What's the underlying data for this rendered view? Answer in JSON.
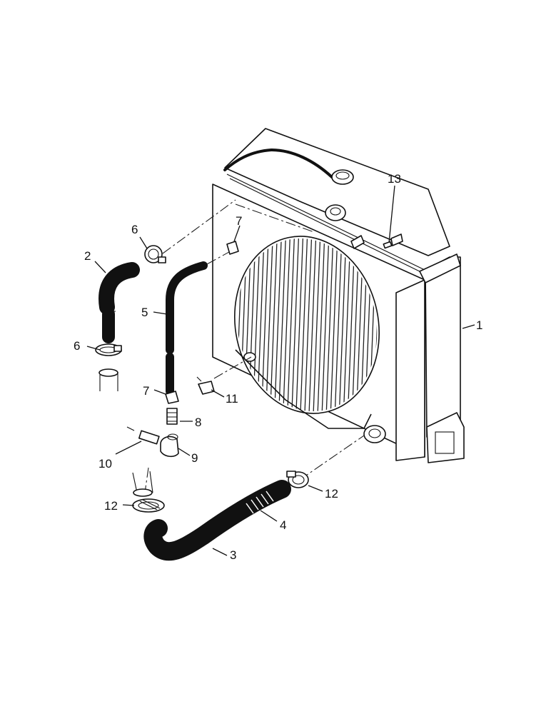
{
  "diagram": {
    "callouts": [
      {
        "id": "c1",
        "label": "1"
      },
      {
        "id": "c2",
        "label": "2"
      },
      {
        "id": "c3",
        "label": "3"
      },
      {
        "id": "c4",
        "label": "4"
      },
      {
        "id": "c5",
        "label": "5"
      },
      {
        "id": "c6a",
        "label": "6"
      },
      {
        "id": "c6b",
        "label": "6"
      },
      {
        "id": "c7a",
        "label": "7"
      },
      {
        "id": "c7b",
        "label": "7"
      },
      {
        "id": "c8",
        "label": "8"
      },
      {
        "id": "c9",
        "label": "9"
      },
      {
        "id": "c10",
        "label": "10"
      },
      {
        "id": "c11",
        "label": "11"
      },
      {
        "id": "c12a",
        "label": "12"
      },
      {
        "id": "c12b",
        "label": "12"
      },
      {
        "id": "c13",
        "label": "13"
      }
    ]
  }
}
